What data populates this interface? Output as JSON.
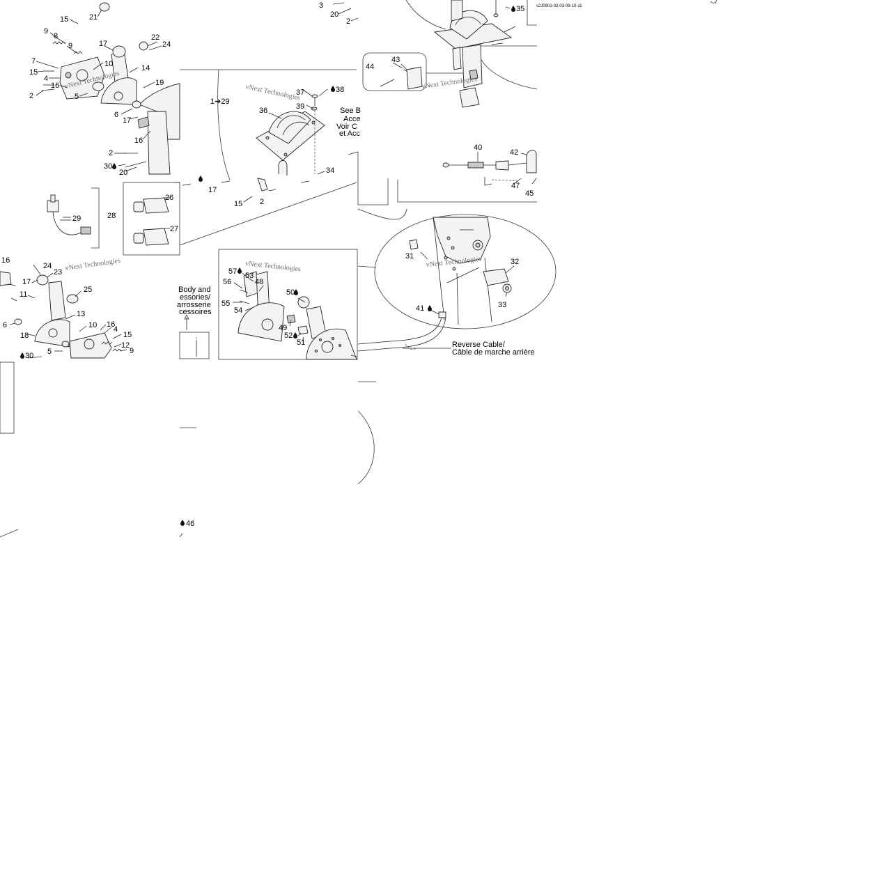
{
  "callouts": {
    "c_15a": "15",
    "c_21": "21",
    "c_9a": "9",
    "c_8": "8",
    "c_9b": "9",
    "c_17a": "17",
    "c_22": "22",
    "c_24a": "24",
    "c_7": "7",
    "c_10a": "10",
    "c_15b": "15",
    "c_4a": "4",
    "c_14": "14",
    "c_16a": "16",
    "c_2a": "2",
    "c_5a": "5",
    "c_19": "19",
    "c_6a": "6",
    "c_17b": "17",
    "c_16b": "16",
    "c_2b": "2",
    "c_30a": "30",
    "c_20a": "20",
    "c_3": "3",
    "c_20b": "20",
    "c_2c": "2",
    "c_1_29": "1➔29",
    "c_37": "37",
    "c_38": "38",
    "c_39": "39",
    "c_36": "36",
    "c_34": "34",
    "c_26": "26",
    "c_27": "27",
    "c_17c": "17",
    "c_15c": "15",
    "c_2d": "2",
    "c_29": "29",
    "c_28": "28",
    "c_16c": "16",
    "c_24b": "24",
    "c_23": "23",
    "c_17d": "17",
    "c_25": "25",
    "c_11": "11",
    "c_13": "13",
    "c_6b": "6",
    "c_18": "18",
    "c_10b": "10",
    "c_16d": "16",
    "c_4b": "4",
    "c_15d": "15",
    "c_12": "12",
    "c_5b": "5",
    "c_9c": "9",
    "c_30b": "30",
    "c_57": "57",
    "c_53": "53",
    "c_56": "56",
    "c_48": "48",
    "c_50": "50",
    "c_55": "55",
    "c_54": "54",
    "c_49": "49",
    "c_52": "52",
    "c_51": "51",
    "c_35": "35",
    "c_43": "43",
    "c_44": "44",
    "c_40": "40",
    "c_42": "42",
    "c_47": "47",
    "c_45": "45",
    "c_31": "31",
    "c_32": "32",
    "c_33": "33",
    "c_41": "41",
    "c_46": "46"
  },
  "notes": {
    "drawing_code": "s2J0901-02-03-09-10-11",
    "see_body_1": "See B",
    "see_body_2": "Acce",
    "see_body_3": "Voir C",
    "see_body_4": "et Acc",
    "body_left_1": "Body and",
    "body_left_2": "essories/",
    "body_left_3": "arrosserie",
    "body_left_4": "cessoires",
    "reverse_cable_1": "Reverse Cable/",
    "reverse_cable_2": "Câble de marche arrière"
  },
  "watermark": "vNext Technologies",
  "colors": {
    "ink": "#222222",
    "background": "#ffffff",
    "watermark": "#6b6b6b"
  }
}
